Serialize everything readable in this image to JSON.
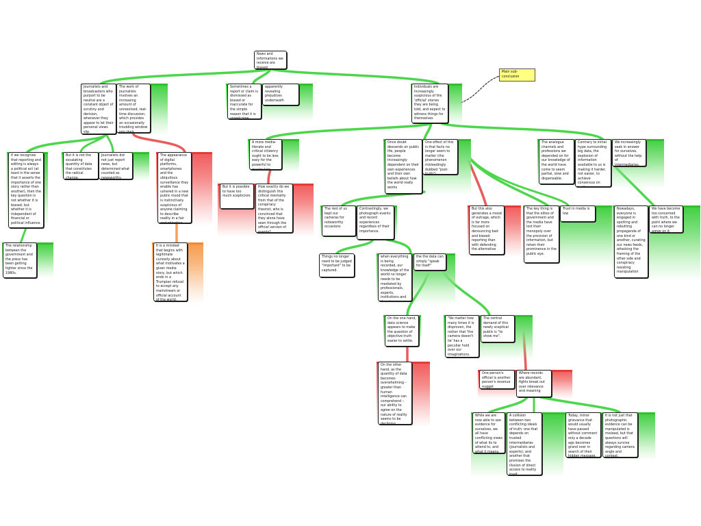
{
  "colors": {
    "support": "#2fbf2f",
    "objection": "#e23b3b",
    "rebuttal": "#ef8a2e",
    "link": "#4cd64c",
    "note": "#ffff80"
  },
  "tags": {
    "g1": "",
    "g2": "",
    "g3": "",
    "g4": "",
    "g5": "",
    "g6": "",
    "g7": "",
    "g8": "",
    "g9": "",
    "g10": "",
    "g11": "",
    "g12": "",
    "g13": "",
    "g14": "",
    "g15": "",
    "g16": "",
    "g17": "",
    "g18": "",
    "g19": "",
    "g20": "",
    "g21": "",
    "g22": ""
  },
  "nodes": {
    "root": "News and informations we receive are biased",
    "note": "Main sub-conclusion",
    "a1": "Journalists and broadcasters who purport to be neutral are a constant object of scrutiny and derision, whenever they appear to let their personal views slip.",
    "a2": "The work of journalists involves an increasing amount of unresolved, real-time discussion, which provides an occasionally troubling window into their thinking.",
    "b1": "Sometimes a report or claim is dismissed as biased or inaccurate for the simple reason that it is unwelcome",
    "b2": "apparently revealing prejudices underneath",
    "c1": "Individuals are increasingly suspicious of the 'official' stories they are being told, and expect to witness things for themselves",
    "d1": "If we recognise that reporting and editing is always a political act (at least in the sense that it asserts the importance of one story rather than another), then the key question is not whether it is biased, but whether it is independent of financial or political influence.",
    "d2": "But it is not the escalating quantity of data that constitutes the radical change.",
    "d3": "Journalists did not just report news, but determined what counted as newsworthy.",
    "d4": "The appearance of digital platforms, smartphones and the ubiquitous surveillance they enable has ushered in a new public mood that is instinctively suspicious of anyone claiming to describe reality in a fair and objective fashion.",
    "d5": "The relationship between the government and the press has been getting tighter since the 1980s.",
    "d6": "It is a mindset that begins with legitimate curiosity about what motivates a given media story, but which ends in a Trumpian refusal to accept any mainstream or official account of the world.",
    "e1": "A more media-literate and critical citizenry ought to be less easy for the powerful to manipulate.",
    "e2": "But it is possible to have too much scepticism.",
    "e3": "How exactly do we distinguish this critical mentality from that of the conspiracy theorist, who is convinced that they alone have seen through the official version of events?",
    "f1": "Once doubt descends on public life, people become increasingly dependent on their own experiences and their own beliefs about how the world really works",
    "f2": "One effect of this is that facts no longer seem to matter (the phenomenon misleadingly dubbed \"post-truth\").",
    "f3": "The analogue channels and professions we depended on for our knowledge of the world have come to seem partial, slow and dispensable.",
    "f4": "Contrary to initial hype surrounding big data, the explosion of information available to us is making it harder, not easier, to achieve consensus on truth.",
    "f5": "We increasingly seek in answer for ourselves, without the help of intermediaries.",
    "g1": "The rest of us kept our cameras for noteworthy occasions",
    "g2": "Contrastingly, we photograph events and record experiences regardless of their importance.",
    "g3": "But this also generates a mood of outrage, which is far more focused on denouncing bad and biased reporting than with defending the alternative",
    "g4": "The key thing is that the elites of government and the media have lost their monopoly over the provision of information, but retain their prominence in the public eye.",
    "g5": "Trust in media is low",
    "g6": "Nowadays, everyone is engaged in spotting and rebutting propaganda of one kind or another, curating our news feeds, attacking the framing of the other side and conspiracy resisting manipulation",
    "g7": "We have become too concerned with truth, to the point where we can no longer agree on it.",
    "h1": "Things no longer need to be judged \"important\" to be captured.",
    "h2": "when everything is being recorded, our knowledge of the world no longer needs to be mediated by professionals, experts, institutions and theories.",
    "h3": "the the data can simply \"speak for itself\"",
    "i1": "On the one hand, data science appears to make the question of objective truth easier to settle.",
    "i2": "On the other hand, as the quantity of data becomes overwhelming – greater than human intelligence can comprehend – our ability to agree on the nature of reality seems to be declining.",
    "i3": "\"No matter how many times it is disproven, the notion that 'the camera doesn't lie' has a peculiar hold over our imaginations.",
    "i4": "The central demand of this newly sceptical public is \"to show me\".",
    "j1": "One person's official is another person's revenue nugget",
    "j2": "Where records are abundant, fights break out over relevance and meaning",
    "k1": "While we are now able to see evidence for ourselves, we all have conflicting views of what its to attend to, and what it means.",
    "k2": "A collision between two conflicting ideals of truth: one that depends on trusted intermediaries (journalists and experts), and another that promises the illusion of direct access to reality itself.",
    "k3": "Today, minor grievance that would usually have passed without comment only a decade ago becomes grand over in search of their hidden message.",
    "k4": "It is not just that photographic evidence can be manipulated is mislead, but that questions will always survive regarding camera angle and context."
  }
}
